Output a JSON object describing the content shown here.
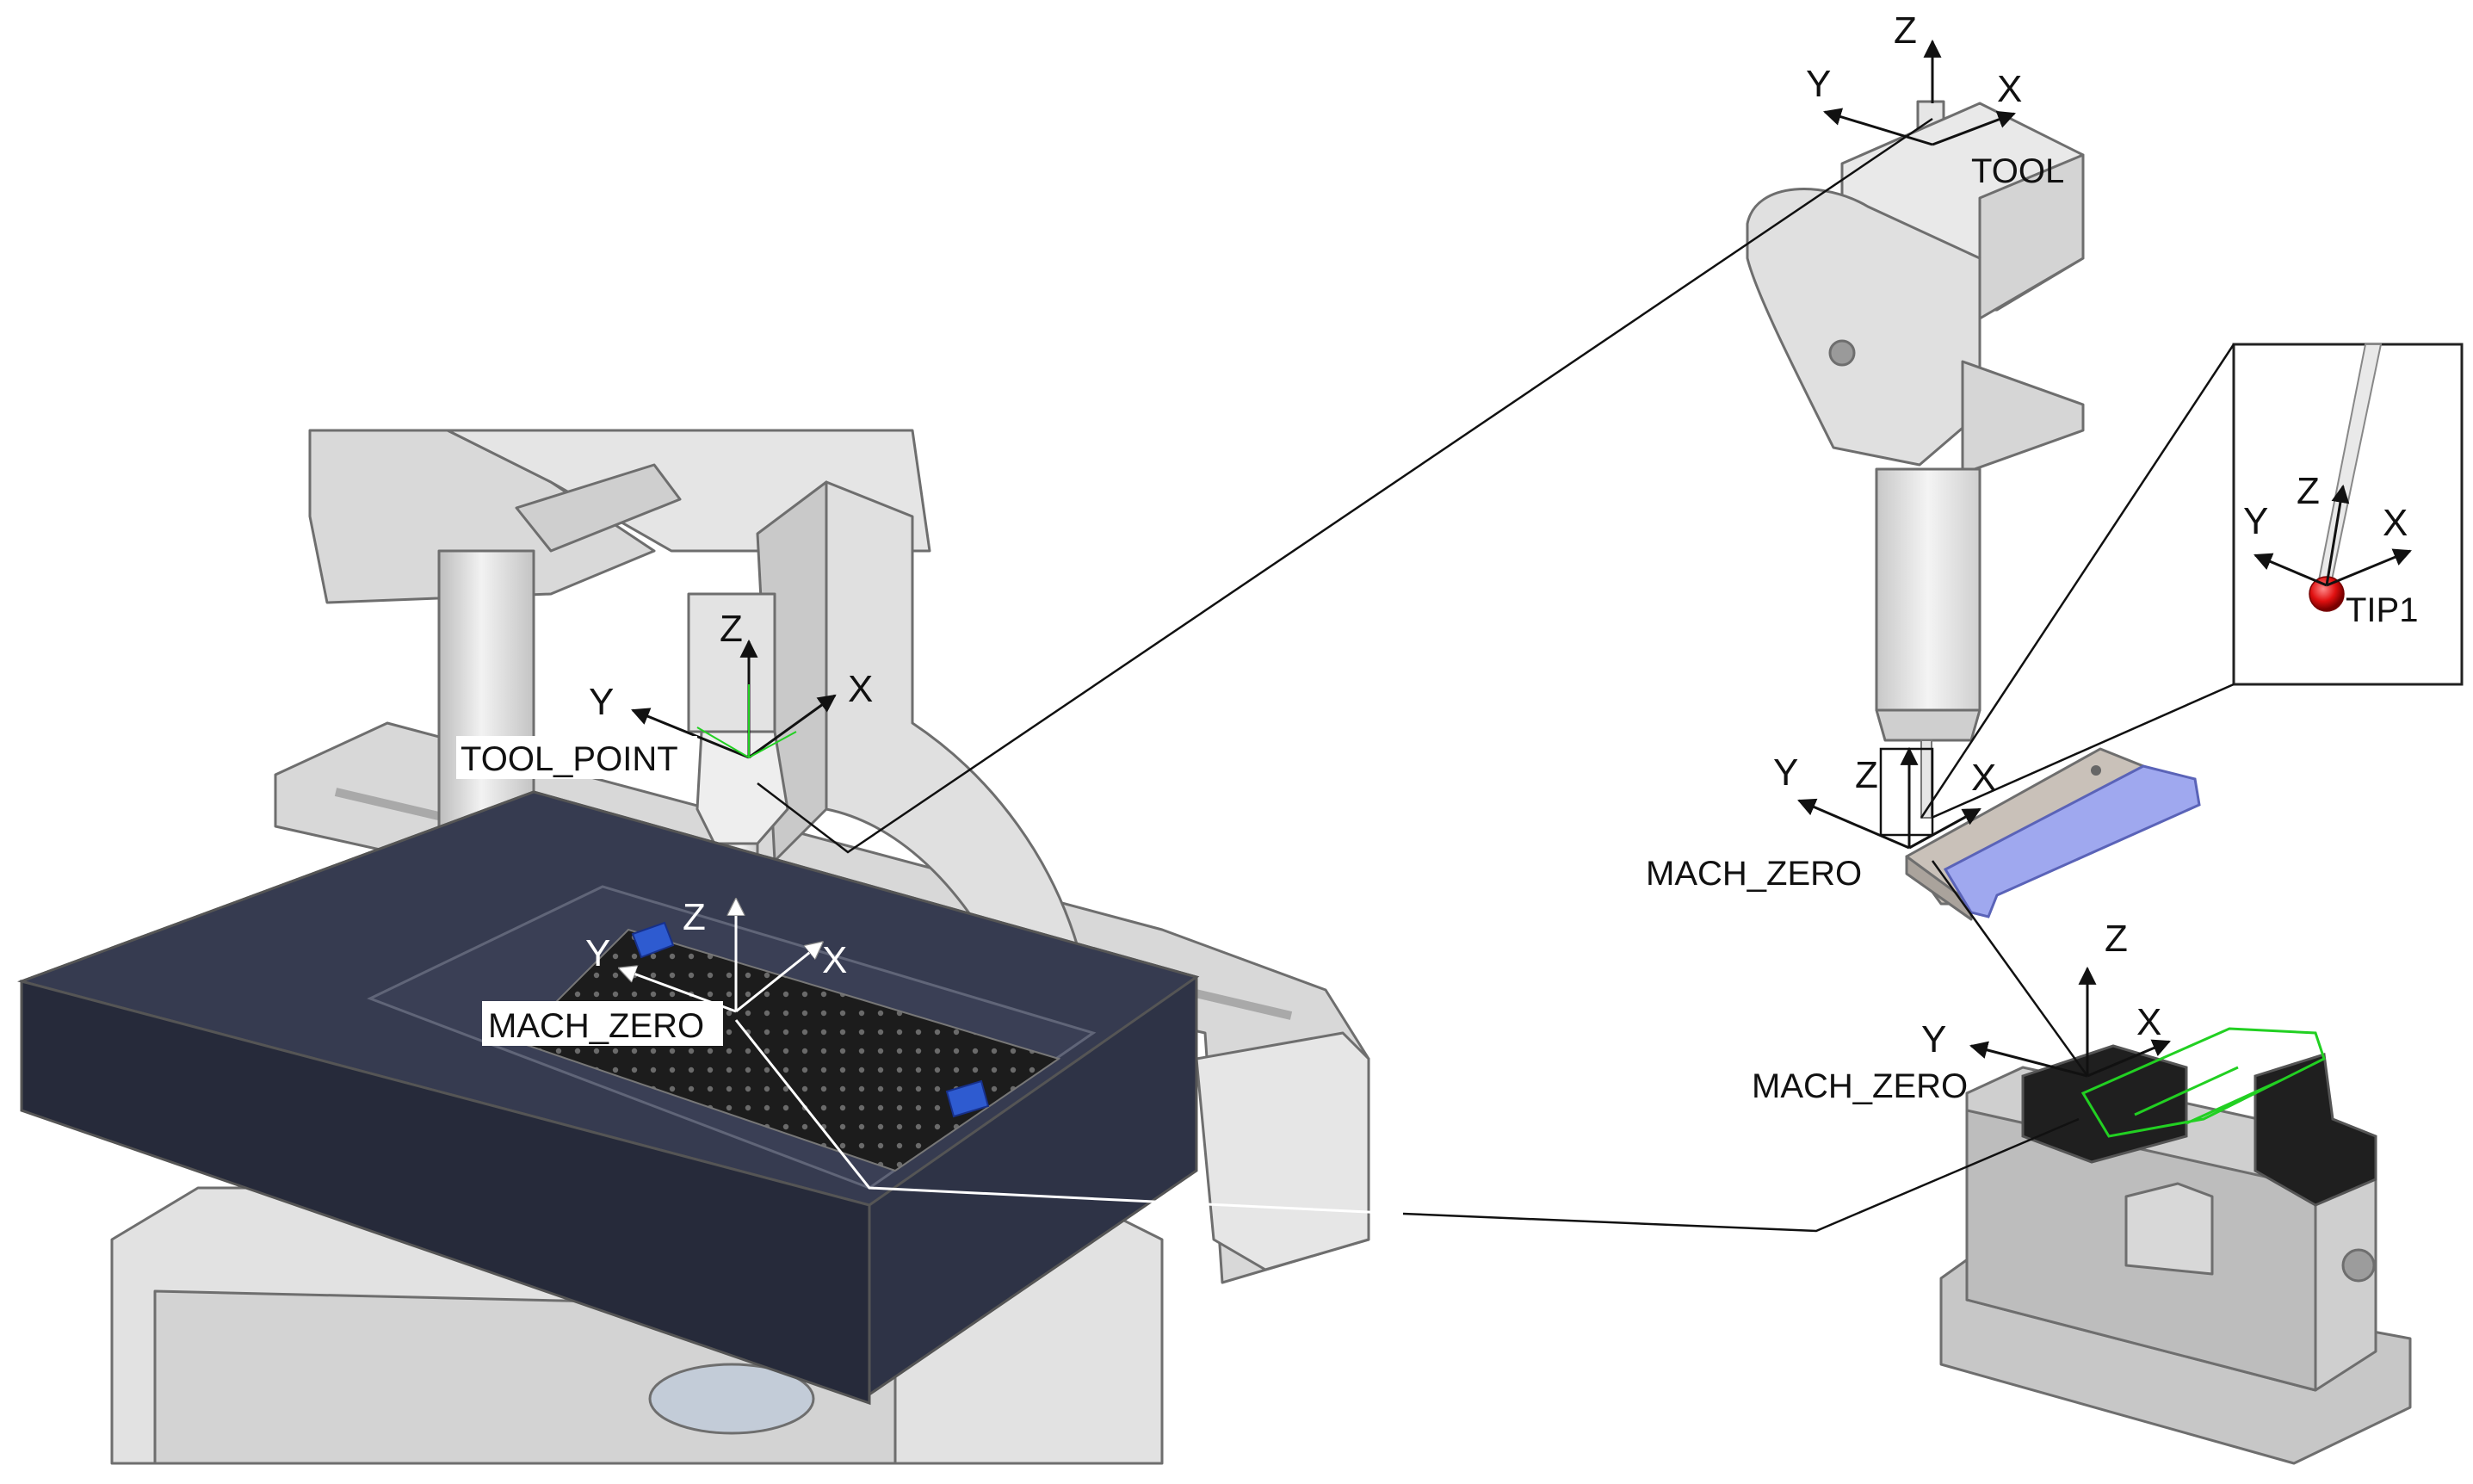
{
  "colors": {
    "machine_body": "#dcdcdc",
    "machine_light": "#ececec",
    "machine_shadow": "#b9b9b9",
    "table_top": "#30354a",
    "table_front": "#242838",
    "grid_plate": "#1c1c1c",
    "clamp_blue": "#2e5bd0",
    "tip_red": "#e01010",
    "fixture_green": "#22d022",
    "bracket_lavender": "#9fa8ef",
    "vise_gray": "#c8c8c8",
    "vise_jaw": "#1e1e1e",
    "leader_line": "#111111",
    "white_leader": "#ffffff"
  },
  "frames": [
    {
      "id": "tool",
      "x": "X",
      "y": "Y",
      "z": "Z",
      "label": "TOOL"
    },
    {
      "id": "tip1",
      "x": "X",
      "y": "Y",
      "z": "Z",
      "label": "TIP1"
    },
    {
      "id": "tool_point",
      "x": "X",
      "y": "Y",
      "z": "Z",
      "label": "TOOL_POINT"
    },
    {
      "id": "mach_zero_table",
      "x": "X",
      "y": "Y",
      "z": "Z",
      "label": "MACH_ZERO"
    },
    {
      "id": "mach_zero_bracket",
      "x": "X",
      "y": "Y",
      "z": "Z",
      "label": "MACH_ZERO"
    },
    {
      "id": "mach_zero_vise",
      "x": "X",
      "y": "Y",
      "z": "Z",
      "label": "MACH_ZERO"
    }
  ],
  "icons": [
    "arrow-head-icon",
    "red-ball-tip-icon"
  ]
}
